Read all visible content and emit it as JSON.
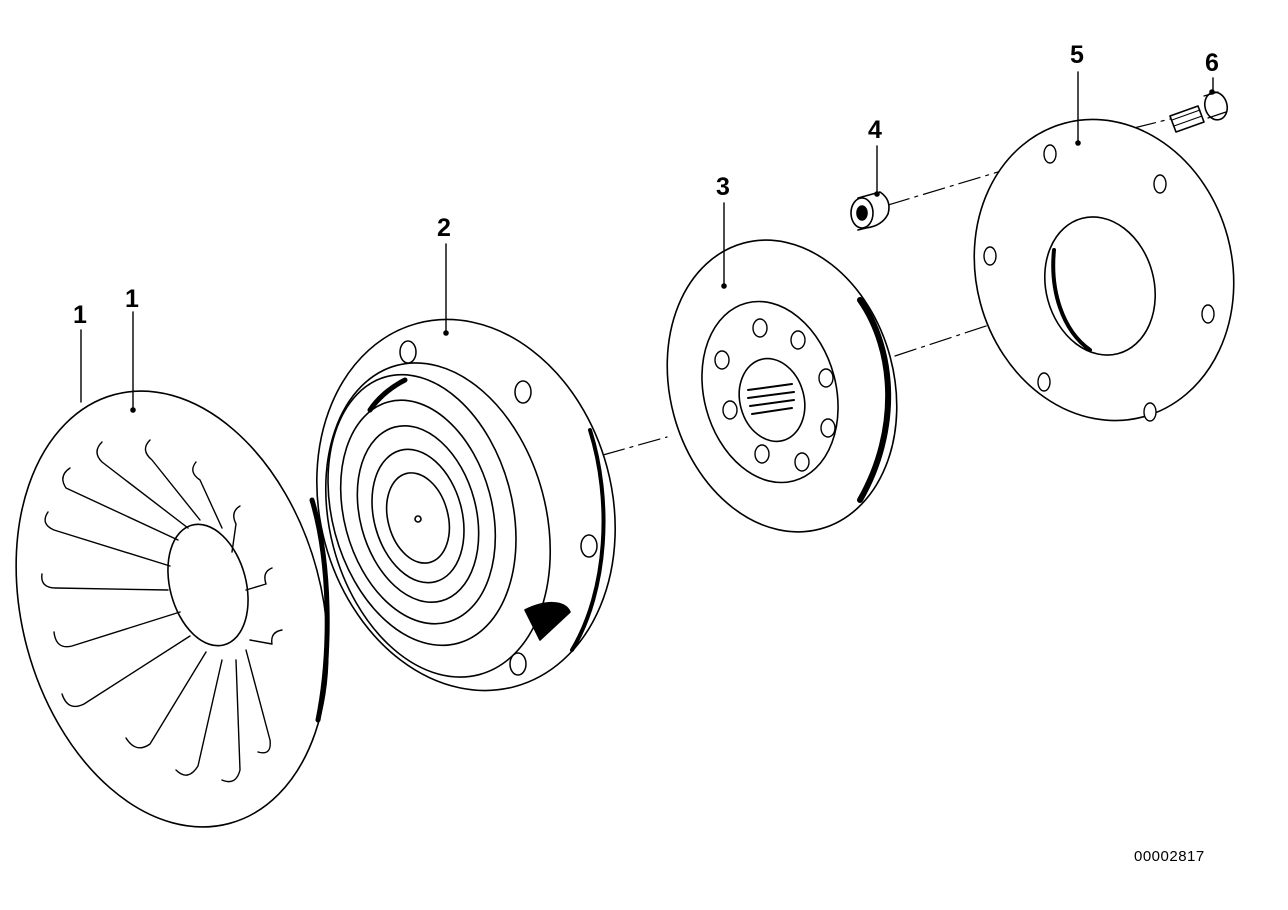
{
  "diagram": {
    "callouts": [
      "1",
      "1",
      "2",
      "3",
      "4",
      "5",
      "6"
    ],
    "reference_number": "00002817",
    "colors": {
      "ink": "#000000",
      "paper": "#ffffff"
    }
  }
}
